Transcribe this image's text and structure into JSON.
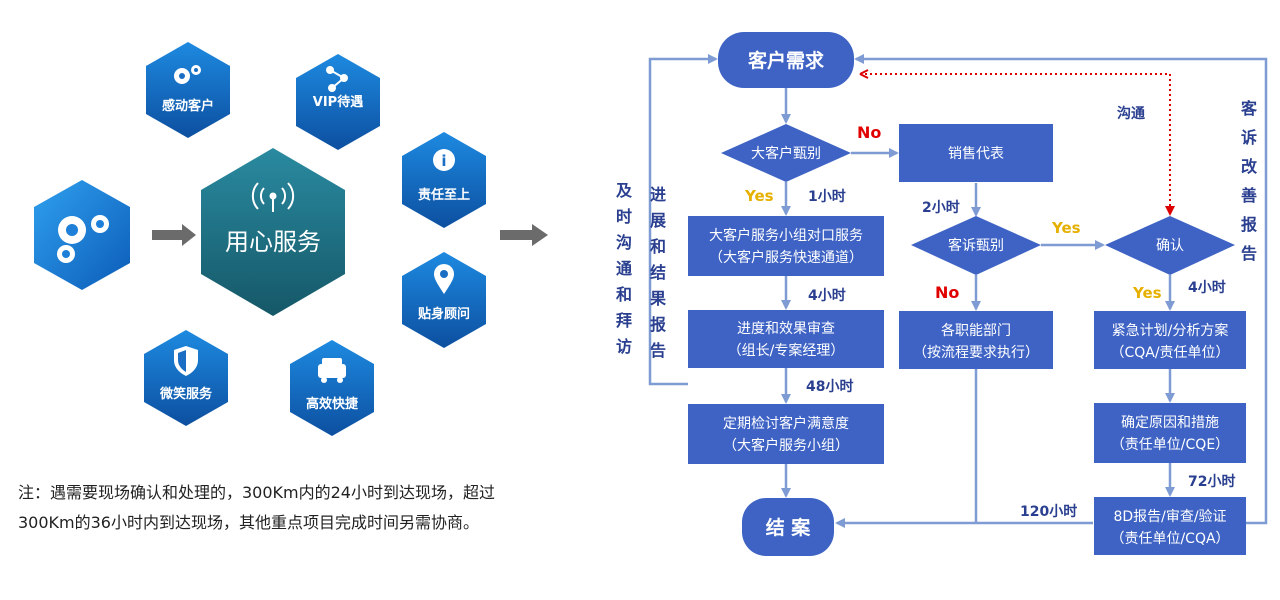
{
  "hexagon_diagram": {
    "center": "用心服务",
    "items": [
      {
        "label": "感动客户",
        "icon": "gears-icon"
      },
      {
        "label": "VIP待遇",
        "icon": "share-nodes-icon"
      },
      {
        "label": "责任至上",
        "icon": "info-icon"
      },
      {
        "label": "贴身顾问",
        "icon": "location-pin-icon"
      },
      {
        "label": "高效快捷",
        "icon": "car-icon"
      },
      {
        "label": "微笑服务",
        "icon": "shield-icon"
      }
    ],
    "source_icon": "gears-icon",
    "center_icon": "antenna-icon"
  },
  "note": "注：遇需要现场确认和处理的，300Km内的24小时到达现场，超过300Km的36小时内到达现场，其他重点项目完成时间另需协商。",
  "flowchart": {
    "start": "客户需求",
    "end": "结 案",
    "decision_key_customer": "大客户甄别",
    "decision_complaint": "客诉甄别",
    "decision_confirm": "确认",
    "box_service_team": [
      "大客户服务小组对口服务",
      "（大客户服务快速通道）"
    ],
    "box_progress": [
      "进度和效果审查",
      "（组长/专案经理）"
    ],
    "box_review": [
      "定期检讨客户满意度",
      "（大客户服务小组）"
    ],
    "box_sales": "销售代表",
    "box_departments": [
      "各职能部门",
      "（按流程要求执行）"
    ],
    "box_emergency": [
      "紧急计划/分析方案",
      "（CQA/责任单位）"
    ],
    "box_cause": [
      "确定原因和措施",
      "（责任单位/CQE）"
    ],
    "box_8d": [
      "8D报告/审查/验证",
      "（责任单位/CQA）"
    ],
    "labels": {
      "no_1": "No",
      "yes_1": "Yes",
      "t_1h": "1小时",
      "t_4h_left": "4小时",
      "t_48h": "48小时",
      "t_2h": "2小时",
      "yes_2": "Yes",
      "no_2": "No",
      "yes_3": "Yes",
      "t_4h_right": "4小时",
      "t_72h": "72小时",
      "t_120h": "120小时",
      "communicate": "沟通"
    },
    "vertical_labels": {
      "timely": "及时沟通和拜访",
      "progress_report": "进展和结果报告",
      "complaint_report": "客诉改善报告"
    }
  },
  "colors": {
    "hex_blue": "#1a6fc4",
    "hex_center": "#1e6e82",
    "box_blue": "#3e63c4",
    "line": "#7f9bd4",
    "dotted_red": "#dd0000",
    "label_dark": "#2a3f8f",
    "yes": "#e6b000",
    "no": "#e00000"
  }
}
